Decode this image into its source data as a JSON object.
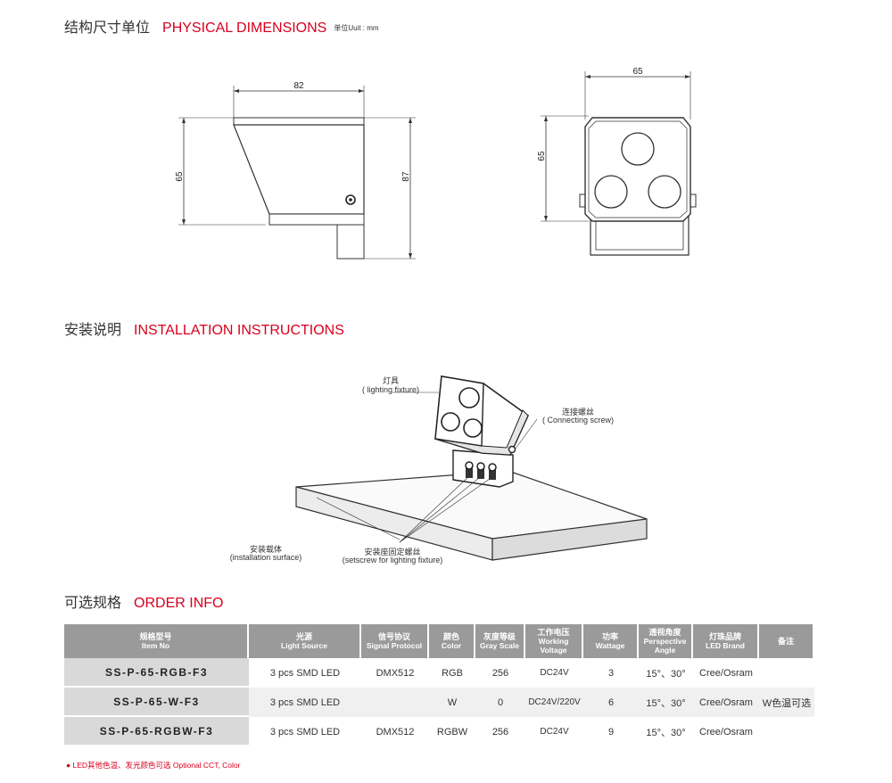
{
  "dimensions": {
    "title_zh": "结构尺寸单位",
    "title_en": "PHYSICAL DIMENSIONS",
    "unit": "单位Uuit : mm",
    "side_width": "82",
    "side_height": "65",
    "side_total_height": "87",
    "front_width": "65",
    "front_height": "65"
  },
  "installation": {
    "title_zh": "安装说明",
    "title_en": "INSTALLATION INSTRUCTIONS",
    "fixture_zh": "灯具",
    "fixture_en": "( lighting fixture)",
    "screw_zh": "连接螺丝",
    "screw_en": "( Connecting screw)",
    "surface_zh": "安装载体",
    "surface_en": "(installation surface)",
    "setscrew_zh": "安装座固定螺丝",
    "setscrew_en": "(setscrew for lighting fixture)"
  },
  "order": {
    "title_zh": "可选规格",
    "title_en": "ORDER INFO",
    "headers": [
      {
        "zh": "规格型号",
        "en": "Item No"
      },
      {
        "zh": "光源",
        "en": "Light Source"
      },
      {
        "zh": "信号协议",
        "en": "Signal Protocol"
      },
      {
        "zh": "颜色",
        "en": "Color"
      },
      {
        "zh": "灰度等级",
        "en": "Gray Scale"
      },
      {
        "zh": "工作电压",
        "en": "Working Voltage"
      },
      {
        "zh": "功率",
        "en": "Wattage"
      },
      {
        "zh": "透视角度",
        "en": "Perspective Angle"
      },
      {
        "zh": "灯珠品牌",
        "en": "LED Brand"
      },
      {
        "zh": "备注",
        "en": ""
      }
    ],
    "rows": [
      [
        "SS-P-65-RGB-F3",
        "3 pcs SMD LED",
        "DMX512",
        "RGB",
        "256",
        "DC24V",
        "3",
        "15°、30°",
        "Cree/Osram",
        ""
      ],
      [
        "SS-P-65-W-F3",
        "3 pcs SMD LED",
        "",
        "W",
        "0",
        "DC24V/220V",
        "6",
        "15°、30°",
        "Cree/Osram",
        "W色温可选"
      ],
      [
        "SS-P-65-RGBW-F3",
        "3 pcs SMD LED",
        "DMX512",
        "RGBW",
        "256",
        "DC24V",
        "9",
        "15°、30°",
        "Cree/Osram",
        ""
      ]
    ],
    "note": "● LED其他色温、发光颜色可选  Optional CCT, Color"
  }
}
